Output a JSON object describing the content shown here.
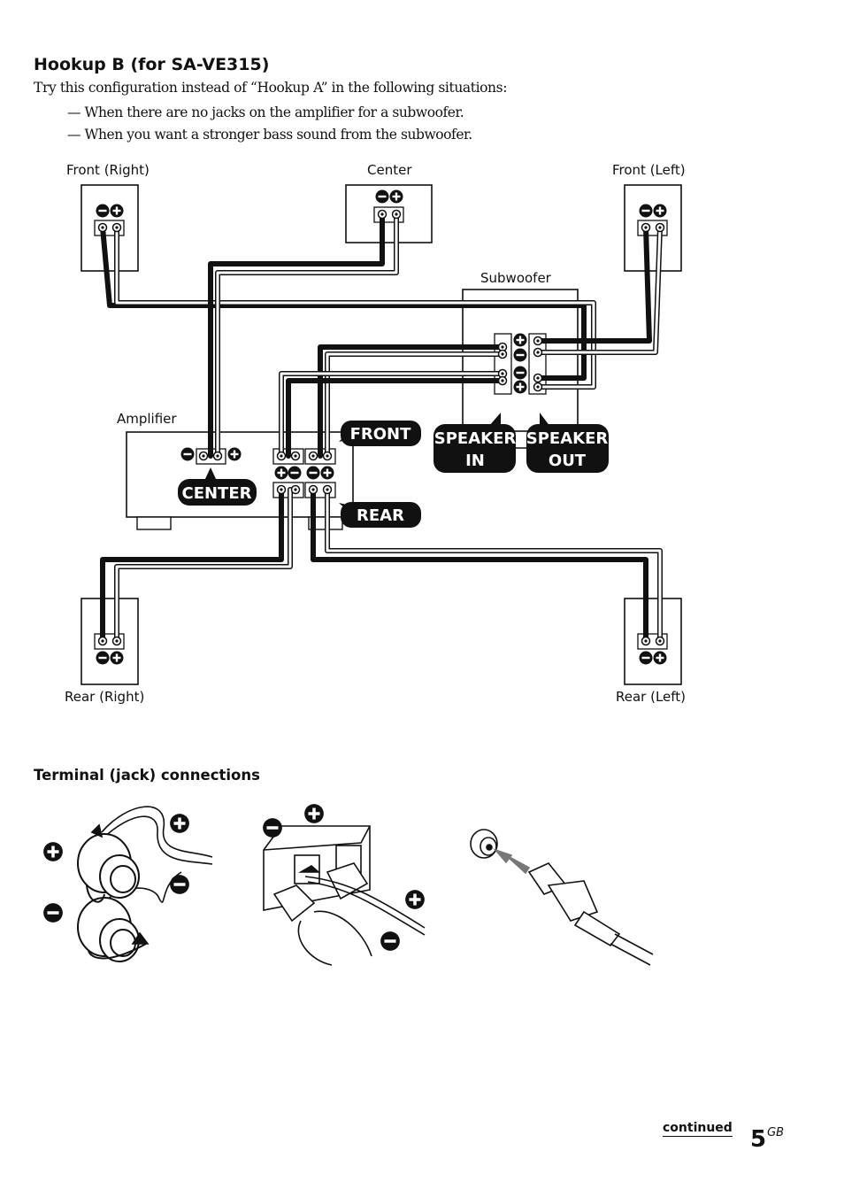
{
  "heading": "Hookup B (for SA-VE315)",
  "intro": "Try this configuration instead of “Hookup A” in the following situations:",
  "bullets": [
    "— When there are no jacks on the amplifier for a subwoofer.",
    "— When you want a stronger bass sound from the subwoofer."
  ],
  "diagram": {
    "labels": {
      "front_right": "Front (Right)",
      "center": "Center",
      "front_left": "Front (Left)",
      "subwoofer": "Subwoofer",
      "amplifier": "Amplifier",
      "rear_right": "Rear (Right)",
      "rear_left": "Rear (Left)"
    },
    "tags": {
      "front": "FRONT",
      "rear": "REAR",
      "center": "CENTER",
      "speaker_in_1": "SPEAKER",
      "speaker_in_2": "IN",
      "speaker_out_1": "SPEAKER",
      "speaker_out_2": "OUT"
    },
    "polarity": {
      "plus": "+",
      "minus": "−"
    }
  },
  "terminal_heading": "Terminal (jack) connections",
  "footer": {
    "continued": "continued",
    "page_number": "5",
    "page_suffix": "GB"
  }
}
